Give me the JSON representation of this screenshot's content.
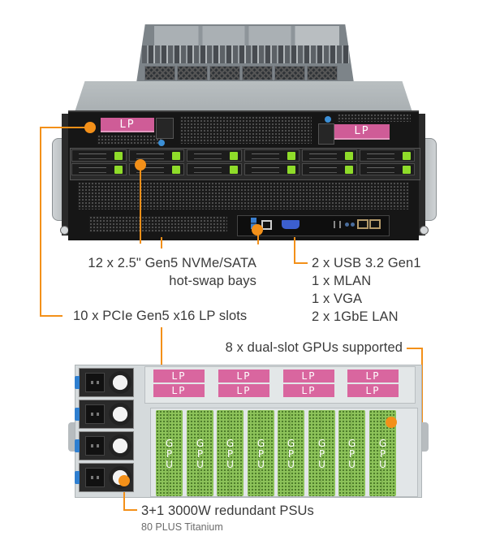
{
  "diagram": {
    "front_view": {
      "lp_slot_labels": [
        "LP",
        "LP"
      ],
      "drive_bays": {
        "columns": 6,
        "rows": 2
      }
    },
    "rear_view": {
      "lp_slot_labels": [
        "LP",
        "LP",
        "LP",
        "LP",
        "LP",
        "LP",
        "LP",
        "LP"
      ],
      "gpu_labels": [
        "GPU",
        "GPU",
        "GPU",
        "GPU",
        "GPU",
        "GPU",
        "GPU",
        "GPU"
      ],
      "psu_count": 4
    },
    "callouts": {
      "drive_bays": {
        "line1": "12 x 2.5\" Gen5 NVMe/SATA",
        "line2": "hot-swap bays"
      },
      "front_io": {
        "items": [
          "2 x USB 3.2 Gen1",
          "1 x MLAN",
          "1 x VGA",
          "2 x 1GbE LAN"
        ]
      },
      "pcie_slots": {
        "text": "10 x PCIe Gen5 x16 LP slots"
      },
      "gpus": {
        "text": "8 x dual-slot GPUs supported"
      },
      "psus": {
        "text": "3+1 3000W redundant PSUs",
        "subtext": "80 PLUS Titanium"
      }
    },
    "colors": {
      "callout": "#f39019",
      "lp_slot": "#d9669f",
      "gpu": "#8dc35a",
      "drive_latch": "#8fdc2a",
      "text": "#3a3a3a"
    }
  }
}
